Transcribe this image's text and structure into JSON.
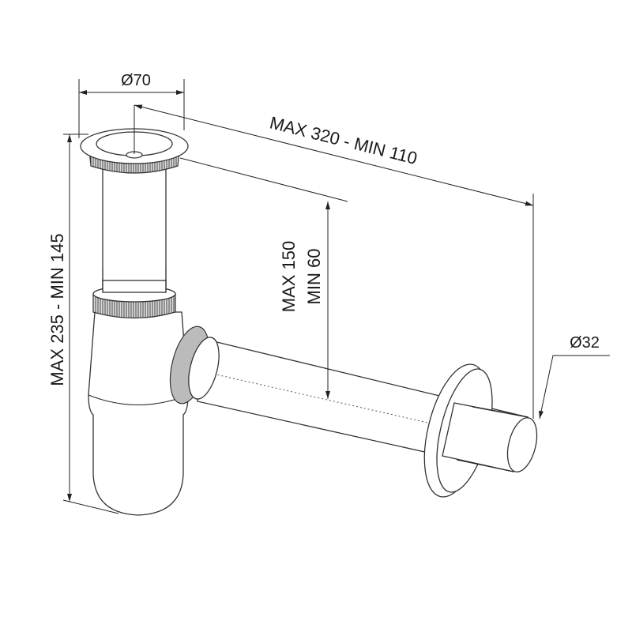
{
  "drawing": {
    "subject": "bottle-trap",
    "dimensions": {
      "flange_diameter": "Ø70",
      "horizontal_reach": "MAX 320 - MIN 110",
      "vertical_max": "MAX 150",
      "vertical_min": "MIN 60",
      "total_height": "MAX 235 - MIN 145",
      "pipe_diameter": "Ø32"
    }
  }
}
